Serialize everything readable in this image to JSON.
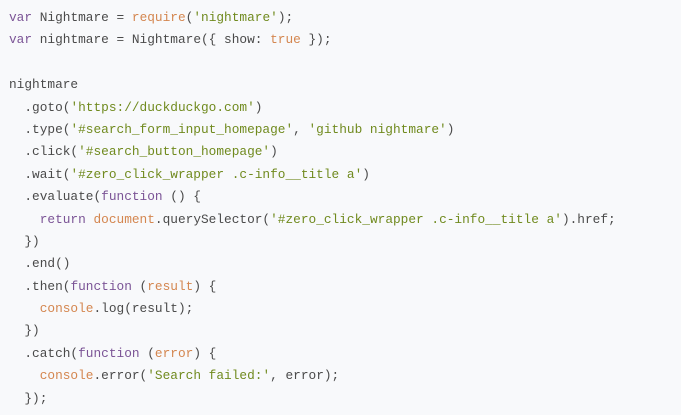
{
  "colors": {
    "background": "#f8f9fb",
    "plain": "#4a4a4a",
    "keyword": "#7b5496",
    "builtin": "#d4864f",
    "string": "#708a1e"
  },
  "code": {
    "language": "javascript",
    "lines": [
      [
        {
          "t": "kw",
          "v": "var"
        },
        {
          "t": "plain",
          "v": " Nightmare = "
        },
        {
          "t": "fn",
          "v": "require"
        },
        {
          "t": "plain",
          "v": "("
        },
        {
          "t": "str",
          "v": "'nightmare'"
        },
        {
          "t": "plain",
          "v": ");"
        }
      ],
      [
        {
          "t": "kw",
          "v": "var"
        },
        {
          "t": "plain",
          "v": " nightmare = Nightmare({ show: "
        },
        {
          "t": "fn",
          "v": "true"
        },
        {
          "t": "plain",
          "v": " });"
        }
      ],
      [],
      [
        {
          "t": "plain",
          "v": "nightmare"
        }
      ],
      [
        {
          "t": "plain",
          "v": "  .goto("
        },
        {
          "t": "str",
          "v": "'https://duckduckgo.com'"
        },
        {
          "t": "plain",
          "v": ")"
        }
      ],
      [
        {
          "t": "plain",
          "v": "  .type("
        },
        {
          "t": "str",
          "v": "'#search_form_input_homepage'"
        },
        {
          "t": "plain",
          "v": ", "
        },
        {
          "t": "str",
          "v": "'github nightmare'"
        },
        {
          "t": "plain",
          "v": ")"
        }
      ],
      [
        {
          "t": "plain",
          "v": "  .click("
        },
        {
          "t": "str",
          "v": "'#search_button_homepage'"
        },
        {
          "t": "plain",
          "v": ")"
        }
      ],
      [
        {
          "t": "plain",
          "v": "  .wait("
        },
        {
          "t": "str",
          "v": "'#zero_click_wrapper .c-info__title a'"
        },
        {
          "t": "plain",
          "v": ")"
        }
      ],
      [
        {
          "t": "plain",
          "v": "  .evaluate("
        },
        {
          "t": "kw",
          "v": "function"
        },
        {
          "t": "plain",
          "v": " () {"
        }
      ],
      [
        {
          "t": "plain",
          "v": "    "
        },
        {
          "t": "kw",
          "v": "return"
        },
        {
          "t": "plain",
          "v": " "
        },
        {
          "t": "fn",
          "v": "document"
        },
        {
          "t": "plain",
          "v": ".querySelector("
        },
        {
          "t": "str",
          "v": "'#zero_click_wrapper .c-info__title a'"
        },
        {
          "t": "plain",
          "v": ").href;"
        }
      ],
      [
        {
          "t": "plain",
          "v": "  })"
        }
      ],
      [
        {
          "t": "plain",
          "v": "  .end()"
        }
      ],
      [
        {
          "t": "plain",
          "v": "  .then("
        },
        {
          "t": "kw",
          "v": "function"
        },
        {
          "t": "plain",
          "v": " ("
        },
        {
          "t": "fn",
          "v": "result"
        },
        {
          "t": "plain",
          "v": ") {"
        }
      ],
      [
        {
          "t": "plain",
          "v": "    "
        },
        {
          "t": "fn",
          "v": "console"
        },
        {
          "t": "plain",
          "v": ".log(result);"
        }
      ],
      [
        {
          "t": "plain",
          "v": "  })"
        }
      ],
      [
        {
          "t": "plain",
          "v": "  .catch("
        },
        {
          "t": "kw",
          "v": "function"
        },
        {
          "t": "plain",
          "v": " ("
        },
        {
          "t": "fn",
          "v": "error"
        },
        {
          "t": "plain",
          "v": ") {"
        }
      ],
      [
        {
          "t": "plain",
          "v": "    "
        },
        {
          "t": "fn",
          "v": "console"
        },
        {
          "t": "plain",
          "v": ".error("
        },
        {
          "t": "str",
          "v": "'Search failed:'"
        },
        {
          "t": "plain",
          "v": ", error);"
        }
      ],
      [
        {
          "t": "plain",
          "v": "  });"
        }
      ]
    ]
  }
}
